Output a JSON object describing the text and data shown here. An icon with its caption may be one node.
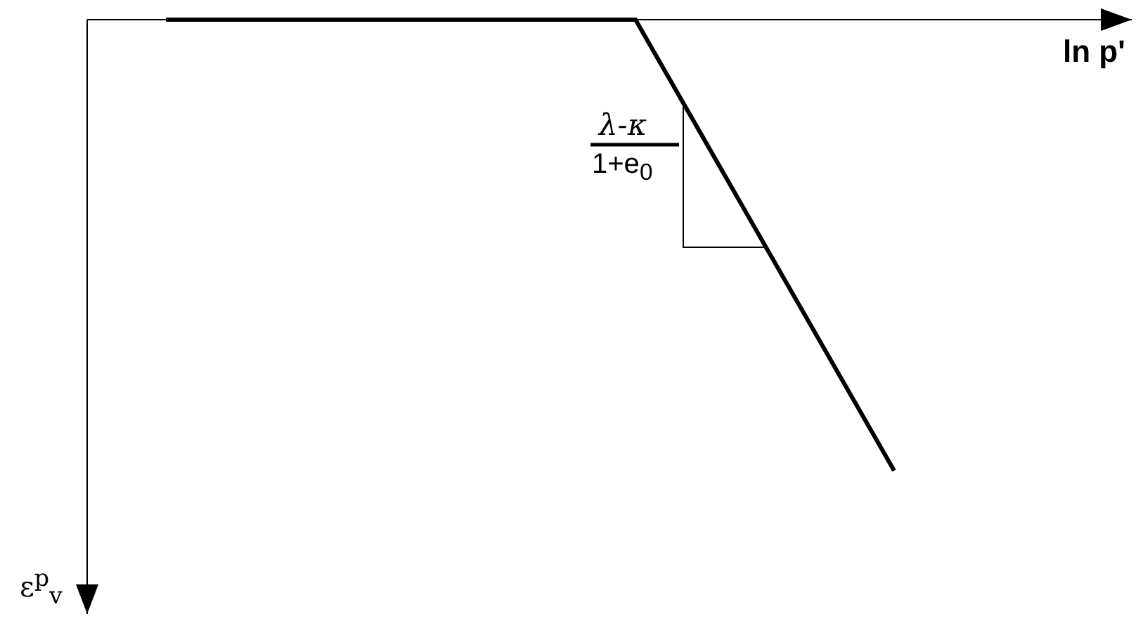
{
  "diagram": {
    "labels": [
      "ln p'",
      "ε$^{p}$$_{v}$",
      "λ-κ",
      "1+e$_{0}$"
    ]
  }
}
